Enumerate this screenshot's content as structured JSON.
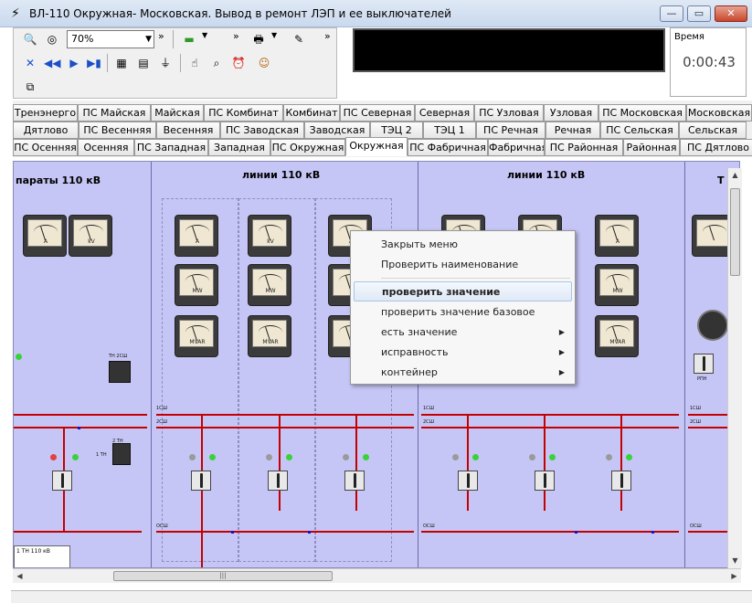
{
  "window": {
    "title": "ВЛ-110 Окружная- Московская. Вывод в ремонт ЛЭП и ее выключателей",
    "icon": "substation-icon",
    "minimize": "—",
    "maximize": "▭",
    "close": "✕"
  },
  "toolbar": {
    "zoom_value": "70%",
    "zoom_arrow": "▼",
    "more": "»",
    "icons": [
      "zoom-in-icon",
      "zoom-fit-icon",
      "component-icon",
      "print-icon",
      "notes-icon",
      "cancel-icon",
      "back-icon",
      "play-icon",
      "next-icon",
      "image-icon",
      "svg-icon",
      "ground-icon",
      "hand-icon",
      "search-icon",
      "timer-icon",
      "user-icon",
      "layers-icon"
    ]
  },
  "timer": {
    "label": "Время",
    "value": "0:00:43"
  },
  "tabs": {
    "row1": [
      "Тренэнерго",
      "ПС Майская",
      "Майская",
      "ПС Комбинат",
      "Комбинат",
      "ПС Северная",
      "Северная",
      "ПС Узловая",
      "Узловая",
      "ПС Московская",
      "Московская"
    ],
    "row2": [
      "Дятлово",
      "ПС Весенняя",
      "Весенняя",
      "ПС Заводская",
      "Заводская",
      "ТЭЦ 2",
      "ТЭЦ 1",
      "ПС Речная",
      "Речная",
      "ПС Сельская",
      "Сельская"
    ],
    "row3": [
      "ПС Осенняя",
      "Осенняя",
      "ПС Западная",
      "Западная",
      "ПС Окружная",
      "Окружная",
      "ПС Фабричная",
      "Фабричная",
      "ПС Районная",
      "Районная",
      "ПС Дятлово"
    ],
    "active": "Окружная"
  },
  "scheme": {
    "sections": [
      {
        "title": "параты 110 кВ"
      },
      {
        "title": "линии 110 кВ"
      },
      {
        "title": "линии 110 кВ"
      },
      {
        "title": "Т"
      }
    ],
    "bus1": "1СШ",
    "bus2": "2СШ",
    "bypass": "ОСШ",
    "gauge_units": {
      "a": "A",
      "kv": "kV",
      "mw": "MW",
      "mvar": "MVAR"
    },
    "tn_label": "1 ТН 110 кВ",
    "switch_labels": {
      "tn_ssh": "ТН 2СШ",
      "tn1": "1 ТН",
      "tn2": "2 ТН",
      "rpn": "РПН"
    }
  },
  "context_menu": {
    "items": [
      {
        "label": "Закрыть меню"
      },
      {
        "label": "Проверить наименование"
      },
      {
        "label": "проверить значение"
      },
      {
        "label": "проверить значение базовое"
      },
      {
        "label": "есть значение",
        "submenu": true
      },
      {
        "label": "исправность",
        "submenu": true
      },
      {
        "label": "контейнер",
        "submenu": true
      }
    ],
    "submenu_arrow": "▶"
  },
  "scroll": {
    "up": "▲",
    "down": "▼",
    "left": "◀",
    "right": "▶",
    "grip": "|||"
  }
}
